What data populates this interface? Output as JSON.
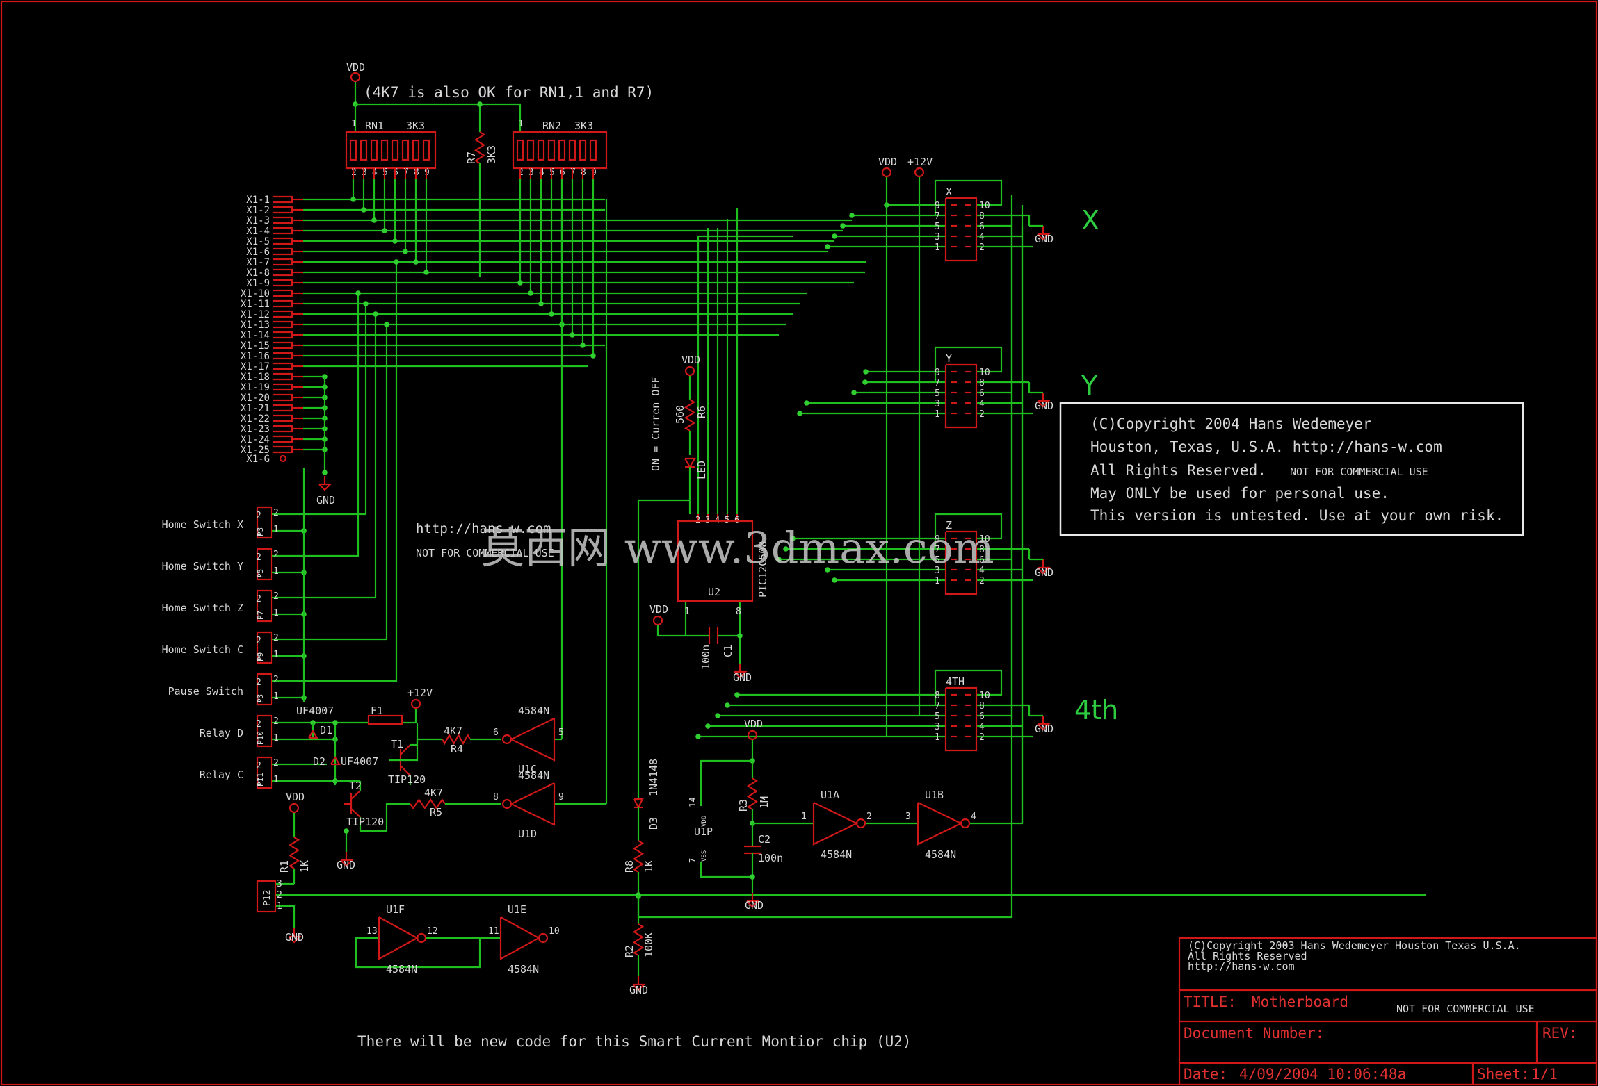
{
  "colors": {
    "background": "#000000",
    "wire": "#1fbf1f",
    "part": "#d01818",
    "text": "#d8d8d8",
    "axis_label": "#2ecc40"
  },
  "top": {
    "vdd": "VDD",
    "note": "(4K7 is also OK for RN1,1 and R7)",
    "rn1": "RN1",
    "rn1_val": "3K3",
    "rn2": "RN2",
    "rn2_val": "3K3",
    "r7": "R7",
    "r7_val": "3K3",
    "vdd2": "VDD",
    "p12v": "+12V"
  },
  "x1_pins": [
    "X1-1",
    "X1-2",
    "X1-3",
    "X1-4",
    "X1-5",
    "X1-6",
    "X1-7",
    "X1-8",
    "X1-9",
    "X1-10",
    "X1-11",
    "X1-12",
    "X1-13",
    "X1-14",
    "X1-15",
    "X1-16",
    "X1-17",
    "X1-18",
    "X1-19",
    "X1-20",
    "X1-21",
    "X1-22",
    "X1-23",
    "X1-24",
    "X1-25",
    "X1-G"
  ],
  "gnd": "GND",
  "switches": [
    "Home Switch  X",
    "Home Switch  Y",
    "Home Switch  Z",
    "Home Switch C",
    "Pause Switch",
    "Relay D",
    "Relay C"
  ],
  "switch_refs": [
    "P3",
    "P5",
    "P7",
    "P9",
    "P3",
    "P10",
    "P11"
  ],
  "relay": {
    "uf1": "UF4007",
    "d1": "D1",
    "f1": "F1",
    "p12": "+12V",
    "r4v": "4K7",
    "r4": "R4",
    "t1": "T1",
    "d2": "D2",
    "uf2": "UF4007",
    "tip1": "TIP120",
    "t2": "T2",
    "tip2": "TIP120",
    "r5v": "4K7",
    "r5": "R5",
    "vdd": "VDD",
    "r1": "R1",
    "r1v": "1K",
    "p12r": "P12",
    "gnd": "GND"
  },
  "gates": {
    "u1c": "U1C",
    "u1c_t": "4584N",
    "u1d": "U1D",
    "u1d_t": "4584N",
    "u1a": "U1A",
    "u1a_t": "4584N",
    "u1b": "U1B",
    "u1b_t": "4584N",
    "u1f": "U1F",
    "u1f_t": "4584N",
    "u1e": "U1E",
    "u1e_t": "4584N"
  },
  "mid": {
    "vdd": "VDD",
    "r6": "R6",
    "r6v": "560",
    "led": "LED",
    "on_text": "ON = Curren OFF",
    "u2": "U2",
    "u2_part": "PIC12C508",
    "c1": "C1",
    "c1v": "100n",
    "gnd": "GND",
    "vdd2": "VDD",
    "d3": "D3",
    "d3v": "1N4148",
    "r8": "R8",
    "r8v": "1K",
    "r2": "R2",
    "r2v": "100K",
    "gnd2": "GND",
    "url": "http://hans-w.com",
    "ncu": "NOT FOR COMMERCIAL USE"
  },
  "timer": {
    "vdd": "VDD",
    "r3": "R3",
    "r3v": "1M",
    "c2": "C2",
    "c2v": "100n",
    "u1p": "U1P",
    "gnd": "GND"
  },
  "connectors": [
    "X",
    "Y",
    "Z",
    "4TH"
  ],
  "axis_labels": [
    "X",
    "Y",
    "4th"
  ],
  "copyright": [
    "(C)Copyright 2004 Hans Wedemeyer",
    "Houston, Texas, U.S.A.  http://hans-w.com",
    "All Rights Reserved.",
    "May ONLY be used for personal use.",
    "This version is untested. Use at your own risk."
  ],
  "copyright_ncu": "NOT FOR COMMERCIAL USE",
  "watermark": "莫西网 www.3dmax.com",
  "bottom_note": "There will be new code for this Smart Current Montior chip (U2)",
  "title_block": {
    "copy1": "(C)Copyright 2003 Hans Wedemeyer Houston Texas U.S.A.",
    "copy2": "All Rights Reserved",
    "copy3": "http://hans-w.com",
    "title_label": "TITLE:",
    "title": "Motherboard",
    "ncu": "NOT FOR COMMERCIAL USE",
    "doc_label": "Document Number:",
    "rev": "REV:",
    "date_label": "Date:",
    "date": "4/09/2004 10:06:48a",
    "sheet_label": "Sheet:",
    "sheet": "1/1"
  }
}
